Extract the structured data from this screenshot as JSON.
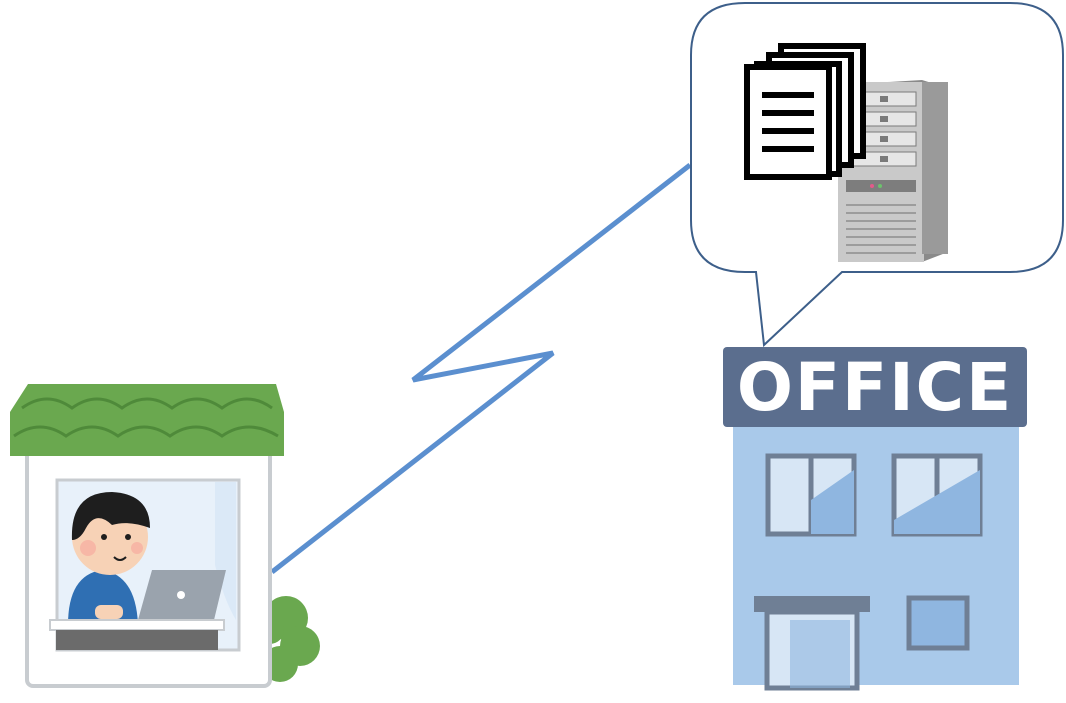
{
  "office": {
    "sign_text": "OFFICE"
  },
  "colors": {
    "link_line": "#5b8fcf",
    "bubble_stroke": "#3d5f8a",
    "roof_green": "#6aa84f",
    "roof_wave": "#4f8a3a",
    "bush_green": "#6aa84f",
    "house_wall": "#ffffff",
    "house_outline": "#c8ccd0",
    "office_sign_bg": "#5b6e8e",
    "office_body": "#a9c9ea",
    "office_window": "#d7e6f5",
    "office_window_frame": "#6f7f95",
    "shirt_blue": "#2f6fb3",
    "hair_black": "#1e1e1e",
    "skin": "#f7d2b6",
    "laptop_gray": "#9aa3ad",
    "server_gray": "#c9c9c9",
    "server_dark": "#8a8a8a"
  },
  "icons": [
    "documents-icon",
    "server-icon",
    "remote-worker-house",
    "office-building",
    "network-link-line",
    "speech-bubble"
  ]
}
